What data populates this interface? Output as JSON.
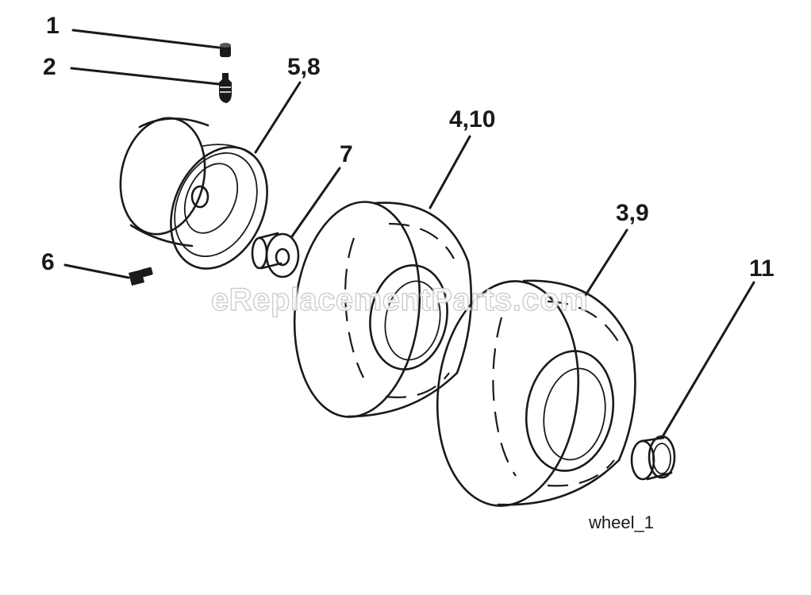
{
  "diagram": {
    "callouts": {
      "c1": "1",
      "c2": "2",
      "c58": "5,8",
      "c7": "7",
      "c410": "4,10",
      "c39": "3,9",
      "c6": "6",
      "c11": "11"
    },
    "caption": "wheel_1",
    "watermark": "eReplacementParts.com"
  }
}
